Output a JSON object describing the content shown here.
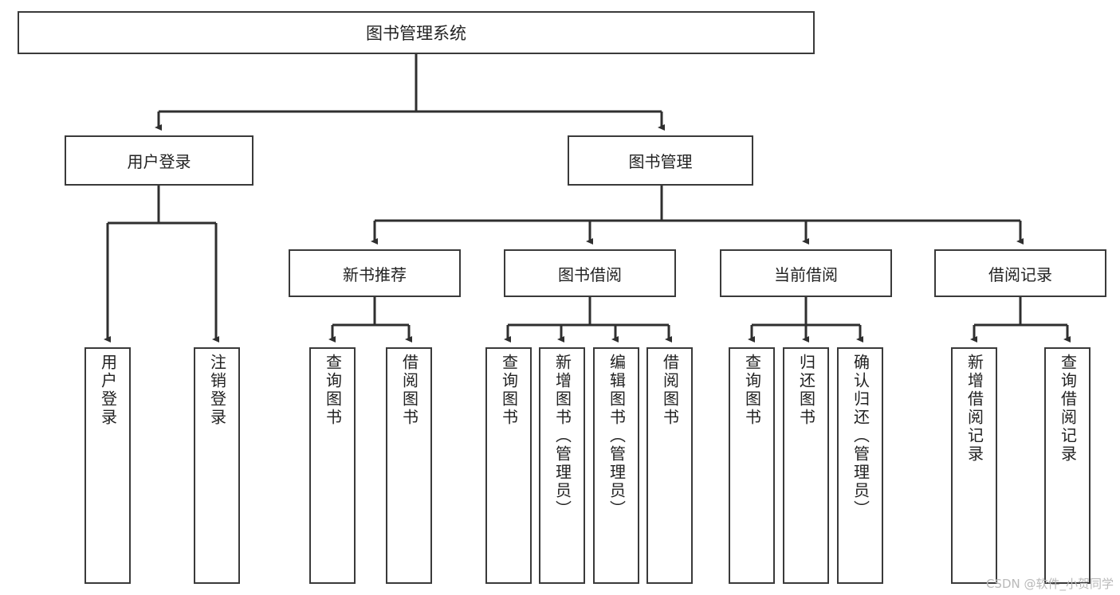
{
  "diagram": {
    "title": "图书管理系统",
    "type": "hierarchy-tree",
    "root": {
      "label": "图书管理系统"
    },
    "level2": [
      {
        "label": "用户登录"
      },
      {
        "label": "图书管理"
      }
    ],
    "level3": [
      {
        "label": "新书推荐"
      },
      {
        "label": "图书借阅"
      },
      {
        "label": "当前借阅"
      },
      {
        "label": "借阅记录"
      }
    ],
    "leaves": {
      "user_login": [
        {
          "label": "用户登录"
        },
        {
          "label": "注销登录"
        }
      ],
      "new_book_recommend": [
        {
          "label": "查询图书"
        },
        {
          "label": "借阅图书"
        }
      ],
      "book_borrow": [
        {
          "label": "查询图书"
        },
        {
          "label": "新增图书（管理员）"
        },
        {
          "label": "编辑图书（管理员）"
        },
        {
          "label": "借阅图书"
        }
      ],
      "current_borrow": [
        {
          "label": "查询图书"
        },
        {
          "label": "归还图书"
        },
        {
          "label": "确认归还（管理员）"
        }
      ],
      "borrow_record": [
        {
          "label": "新增借阅记录"
        },
        {
          "label": "查询借阅记录"
        }
      ]
    }
  },
  "watermark": {
    "text": "CSDN @软件_小贺同学"
  },
  "colors": {
    "box_border": "#3a3a3a",
    "box_fill": "#ffffff",
    "connector": "#2f2f2f",
    "text": "#222222",
    "watermark": "#b9b9b9"
  }
}
